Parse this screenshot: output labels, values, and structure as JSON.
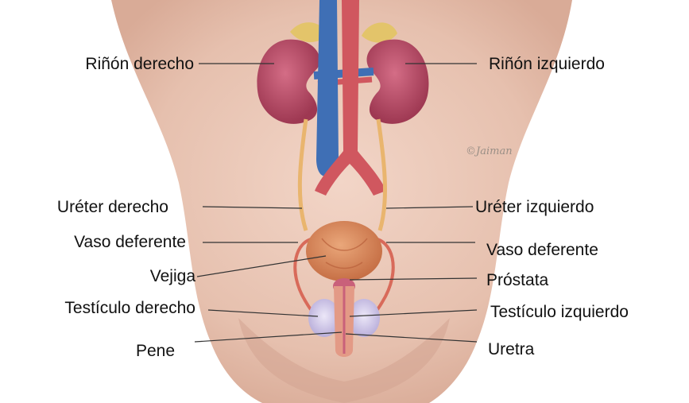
{
  "labels": {
    "left": {
      "kidney_right": "Riñón derecho",
      "ureter_right": "Uréter derecho",
      "vas_deferens_right": "Vaso deferente",
      "bladder": "Vejiga",
      "testicle_right": "Testículo derecho",
      "penis": "Pene"
    },
    "right": {
      "kidney_left": "Riñón izquierdo",
      "ureter_left": "Uréter izquierdo",
      "vas_deferens_left": "Vaso deferente",
      "prostate": "Próstata",
      "testicle_left": "Testículo izquierdo",
      "urethra": "Uretra"
    }
  },
  "signature": "©Jaiman",
  "colors": {
    "skin": "#e9c6b6",
    "kidney": "#b24a63",
    "vein": "#3f6fb5",
    "artery": "#d0575f",
    "ureter": "#e9b56e",
    "bladder": "#d9895a",
    "testicle": "#c9bfe3"
  }
}
